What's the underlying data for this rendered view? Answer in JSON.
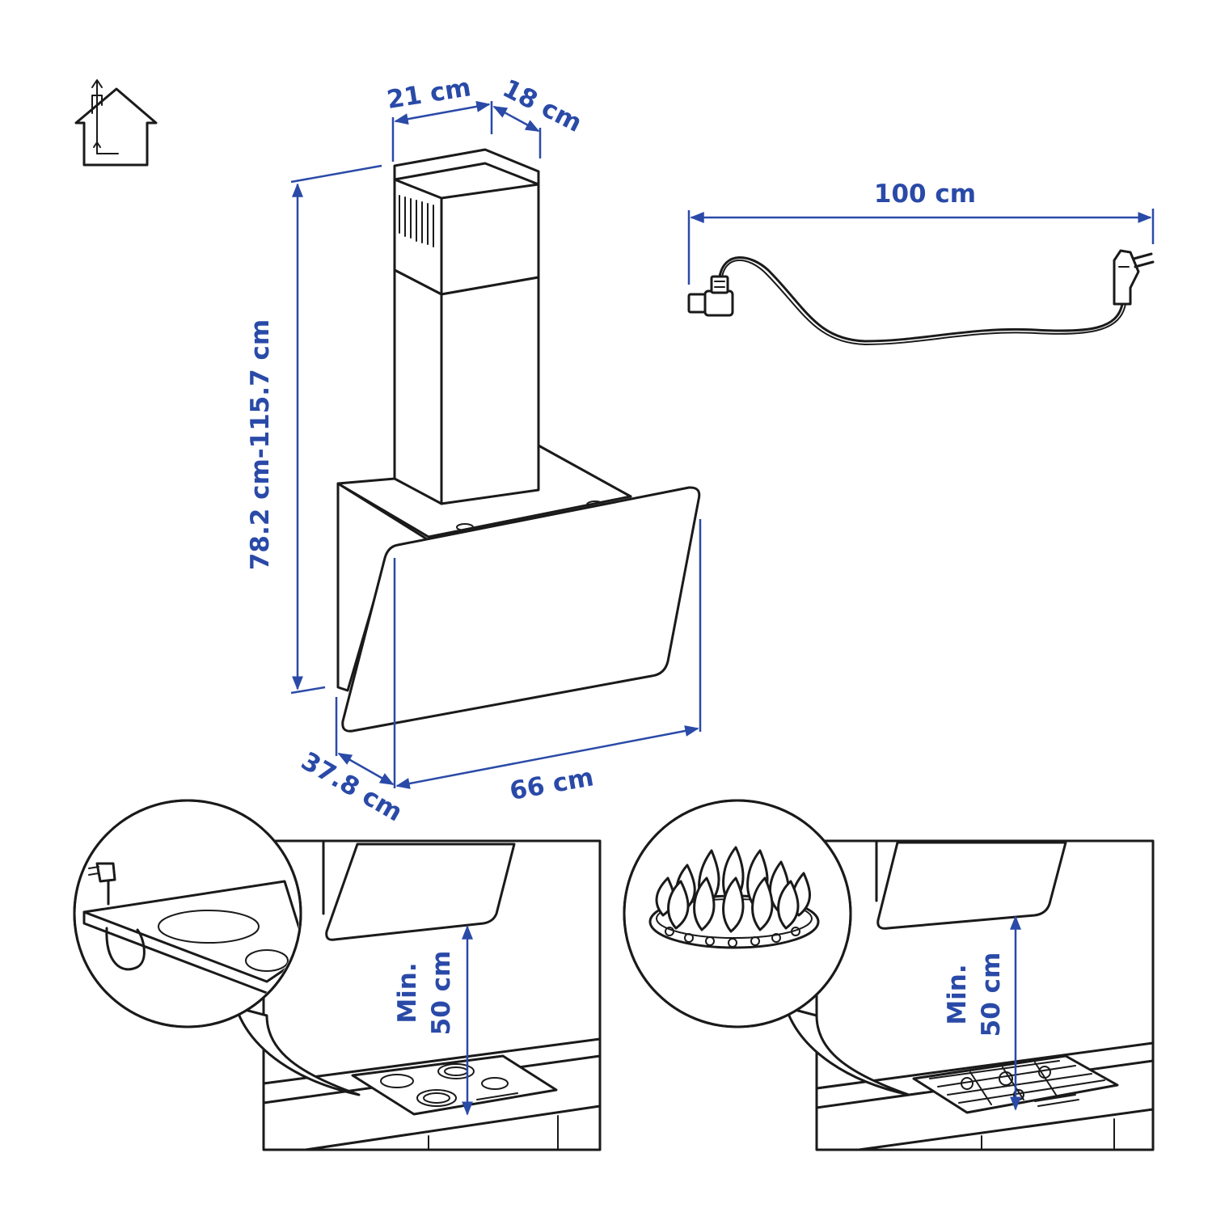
{
  "colors": {
    "dimension": "#2a4aa8",
    "outline": "#1a1a1a",
    "background": "#ffffff"
  },
  "icons": {
    "house": "house-with-ventilation-arrow-icon",
    "plug": "power-cord-with-plug-icon",
    "burner": "gas-flame-icon"
  },
  "dimensions": {
    "chimney_width": "21 cm",
    "chimney_depth": "18 cm",
    "height": "78.2 cm-115.7 cm",
    "depth": "37.8 cm",
    "width": "66 cm",
    "cord_length": "100 cm"
  },
  "clearance_left": {
    "line1": "Min.",
    "line2": "50 cm"
  },
  "clearance_right": {
    "line1": "Min.",
    "line2": "50 cm"
  }
}
